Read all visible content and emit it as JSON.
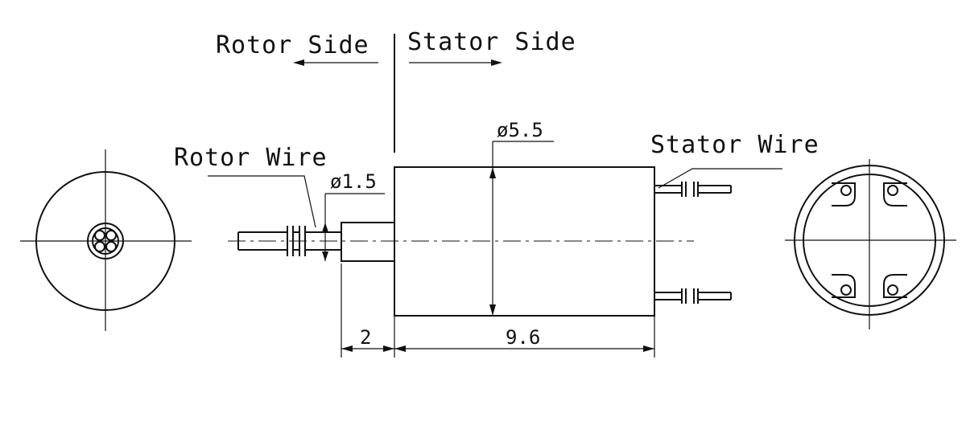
{
  "labels": {
    "rotor_side": "Rotor Side",
    "stator_side": "Stator Side",
    "rotor_wire": "Rotor Wire",
    "stator_wire": "Stator Wire"
  },
  "dimensions": {
    "rotor_diameter": "ø1.5",
    "body_diameter": "ø5.5",
    "rotor_length": "2",
    "body_length": "9.6"
  },
  "colors": {
    "line": "#111111",
    "background": "#ffffff"
  }
}
